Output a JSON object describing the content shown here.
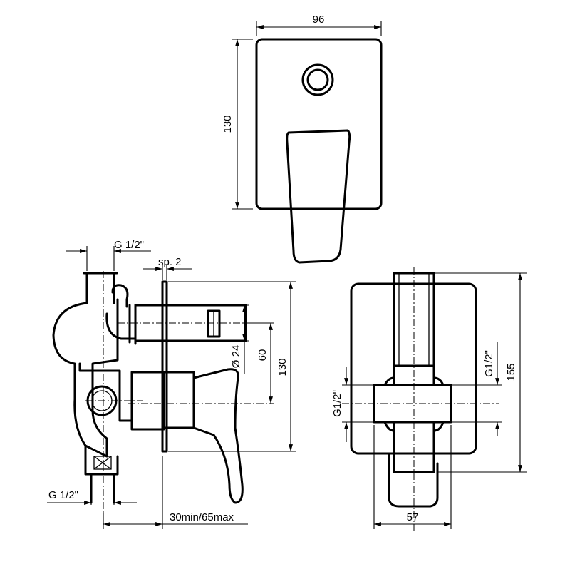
{
  "dimensions": {
    "front_width": "96",
    "front_height": "130",
    "thread_top": "G 1/2\"",
    "plate_thickness": "sp. 2",
    "diameter": "Ø 24",
    "offset": "60",
    "side_height": "130",
    "thread_bottom": "G 1/2\"",
    "depth": "30min/65max",
    "rear_thread_left": "G1/2\"",
    "rear_thread_right": "G1/2\"",
    "rear_height": "155",
    "rear_width": "57"
  }
}
